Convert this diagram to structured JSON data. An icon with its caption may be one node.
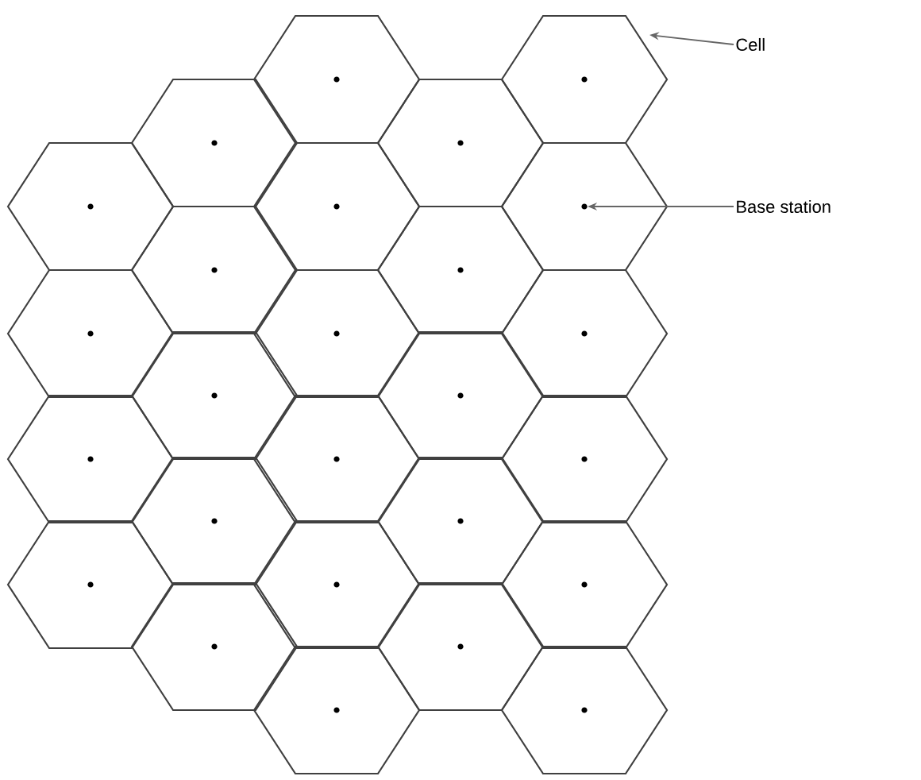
{
  "diagram": {
    "nodes": [
      {
        "text": [
          "Cell"
        ]
      },
      {
        "text": [
          "Base station"
        ]
      },
      {
        "text": [],
        "shape": "hexagon"
      },
      {
        "text": [],
        "shape": "circle"
      }
    ],
    "edges": [
      {
        "from": 0,
        "to": 2,
        "arrow": "to"
      },
      {
        "from": 1,
        "to": 3,
        "arrow": "to"
      }
    ]
  }
}
